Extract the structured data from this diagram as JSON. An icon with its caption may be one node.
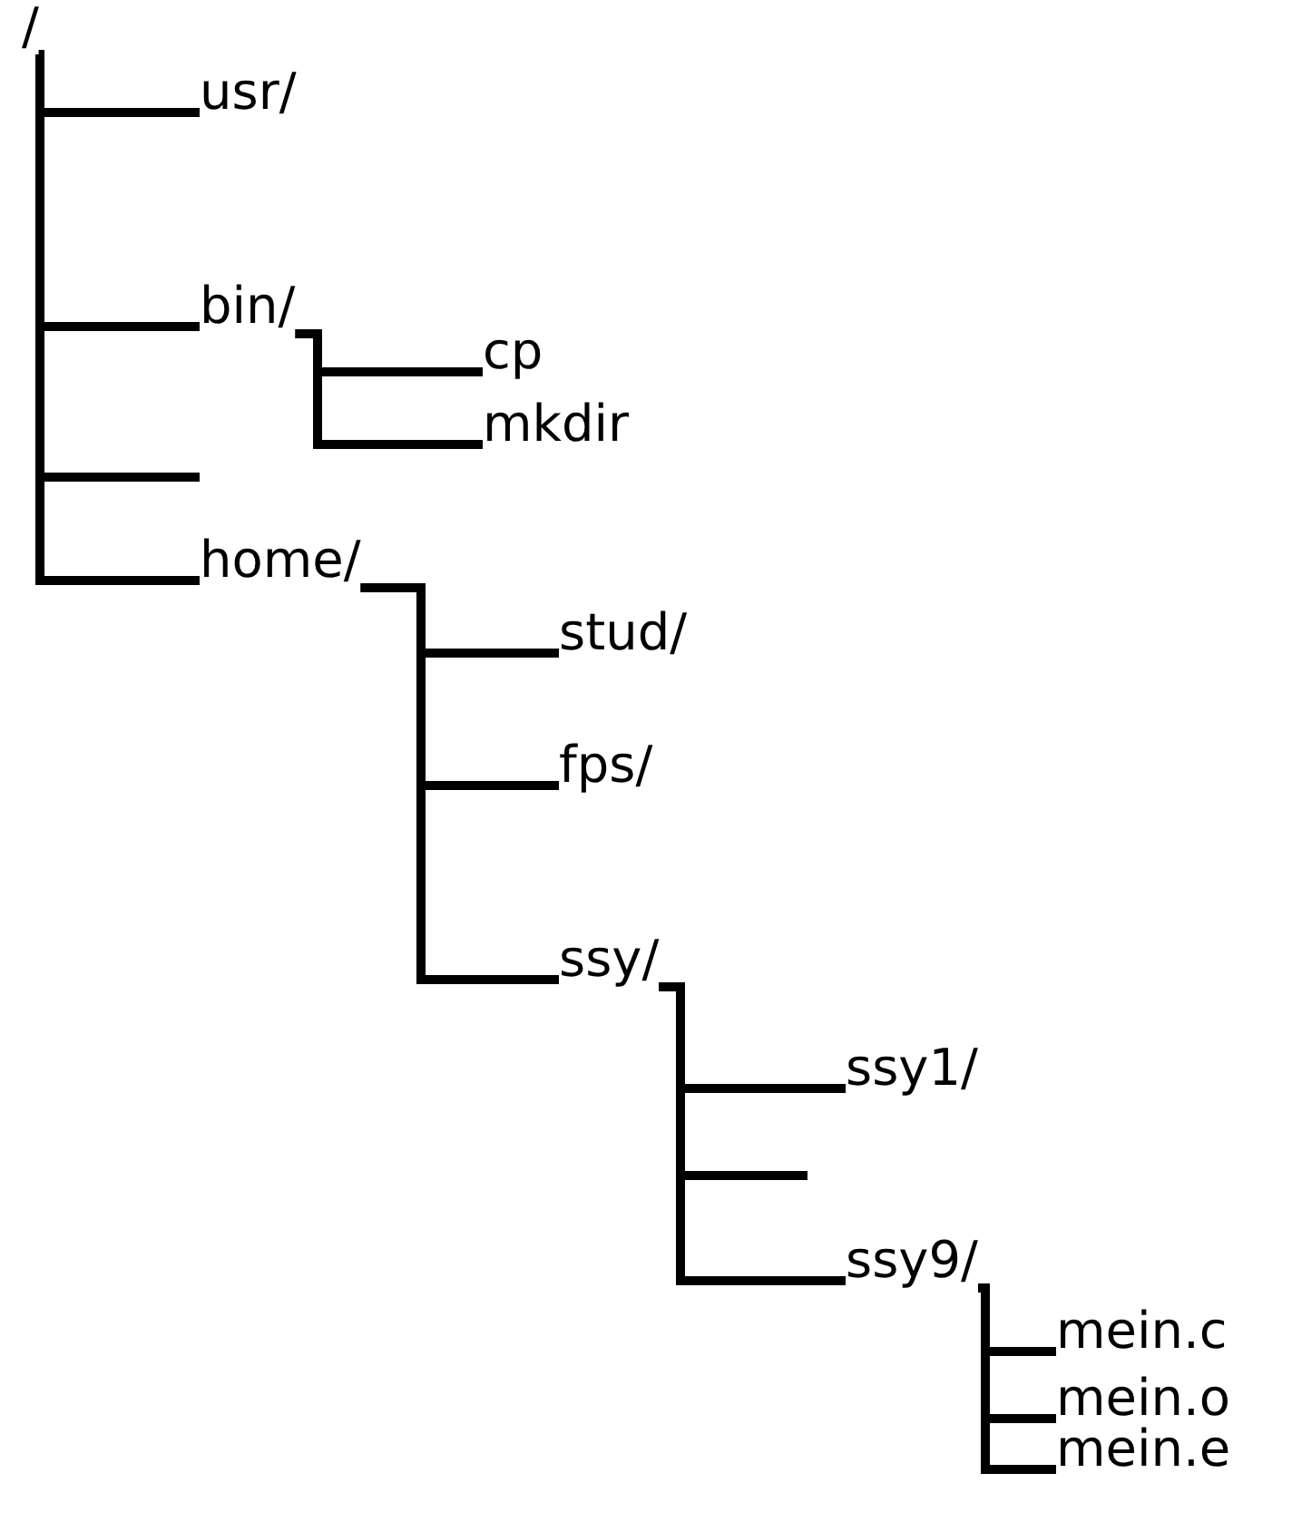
{
  "diagram": {
    "nodes": [
      {
        "text": [
          "/"
        ]
      },
      {
        "text": [
          "usr/"
        ]
      },
      {
        "text": [
          "bin/"
        ]
      },
      {
        "text": [
          "cp"
        ]
      },
      {
        "text": [
          "mkdir"
        ]
      },
      {
        "text": [
          "home/"
        ]
      },
      {
        "text": [
          "stud/"
        ]
      },
      {
        "text": [
          "fps/"
        ]
      },
      {
        "text": [
          "ssy/"
        ]
      },
      {
        "text": [
          "ssy1/"
        ]
      },
      {
        "text": [
          "ssy9/"
        ]
      },
      {
        "text": [
          "mein.c"
        ]
      },
      {
        "text": [
          "mein.o"
        ]
      },
      {
        "text": [
          "mein.e"
        ]
      }
    ],
    "edges": [
      {
        "from": 0,
        "to": 1,
        "arrow": "none"
      },
      {
        "from": 0,
        "to": 2,
        "arrow": "none"
      },
      {
        "from": 0,
        "to": null,
        "arrow": "none"
      },
      {
        "from": 0,
        "to": 5,
        "arrow": "none"
      },
      {
        "from": 2,
        "to": 3,
        "arrow": "none"
      },
      {
        "from": 2,
        "to": 4,
        "arrow": "none"
      },
      {
        "from": 5,
        "to": 6,
        "arrow": "none"
      },
      {
        "from": 5,
        "to": 7,
        "arrow": "none"
      },
      {
        "from": 5,
        "to": 8,
        "arrow": "none"
      },
      {
        "from": 8,
        "to": 9,
        "arrow": "none"
      },
      {
        "from": 8,
        "to": null,
        "arrow": "none"
      },
      {
        "from": 8,
        "to": 10,
        "arrow": "none"
      },
      {
        "from": 10,
        "to": 11,
        "arrow": "none"
      },
      {
        "from": 10,
        "to": 12,
        "arrow": "none"
      },
      {
        "from": 10,
        "to": 13,
        "arrow": "none"
      }
    ]
  }
}
